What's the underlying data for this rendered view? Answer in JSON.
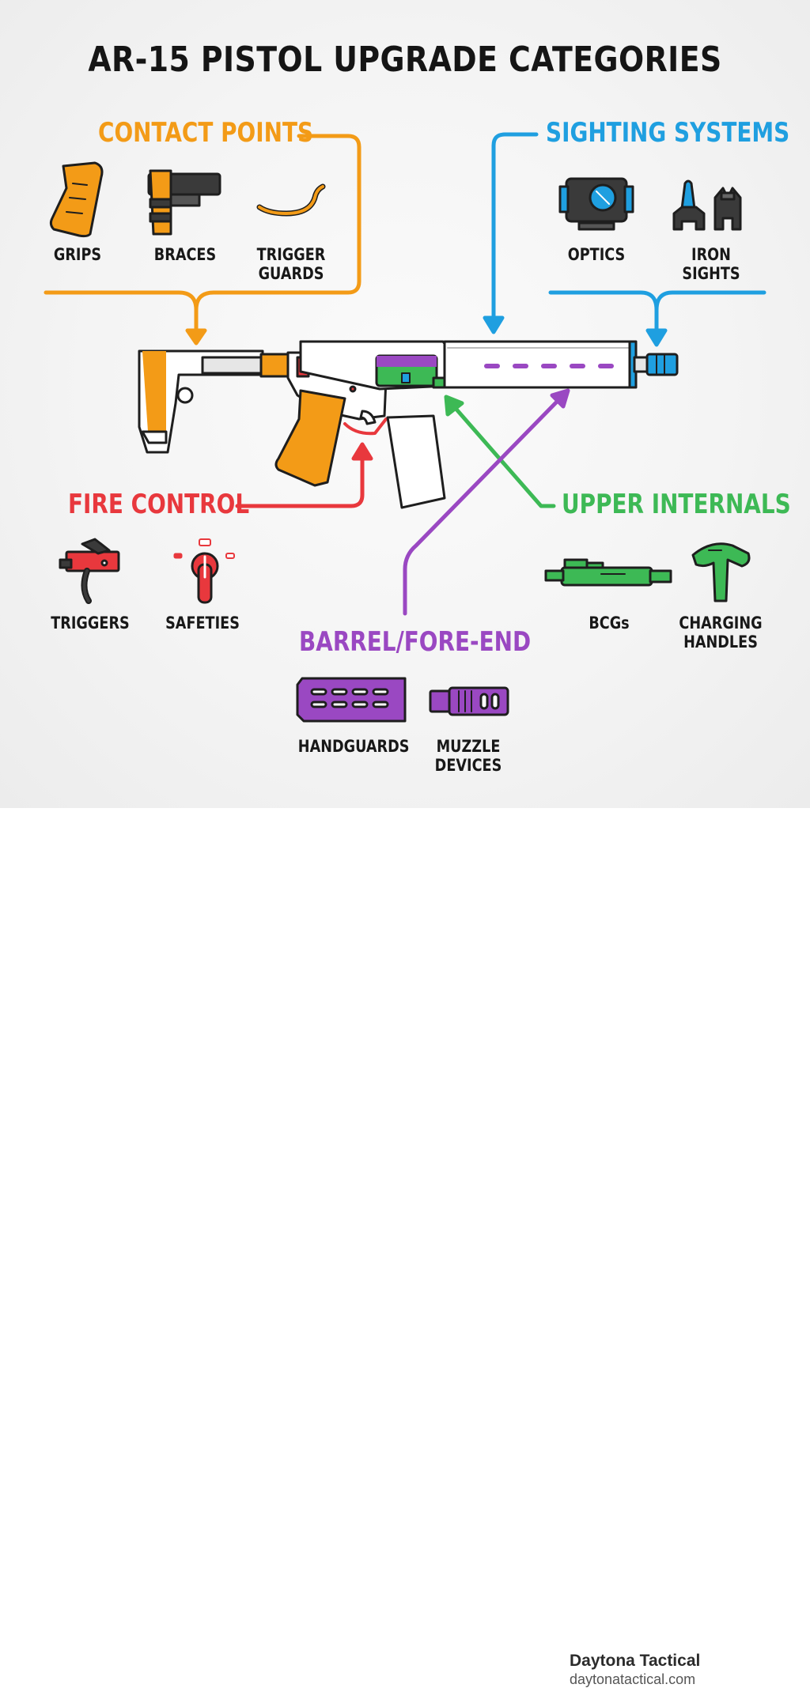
{
  "title": "AR-15 PISTOL UPGRADE CATEGORIES",
  "colors": {
    "contact": "#f39b17",
    "sighting": "#1f9fe0",
    "fire": "#e8383d",
    "upper": "#3db955",
    "barrel": "#9a48c2",
    "outline": "#1e1e1e"
  },
  "categories": {
    "contact_points": {
      "title": "CONTACT POINTS",
      "items": [
        {
          "label": "GRIPS",
          "icon": "grip-icon"
        },
        {
          "label": "BRACES",
          "icon": "brace-icon"
        },
        {
          "label": "TRIGGER\nGUARDS",
          "icon": "trigger-guard-icon"
        }
      ]
    },
    "sighting_systems": {
      "title": "SIGHTING SYSTEMS",
      "items": [
        {
          "label": "OPTICS",
          "icon": "red-dot-optic-icon"
        },
        {
          "label": "IRON SIGHTS",
          "icon": "iron-sights-icon"
        }
      ]
    },
    "fire_control": {
      "title": "FIRE CONTROL",
      "items": [
        {
          "label": "TRIGGERS",
          "icon": "trigger-icon"
        },
        {
          "label": "SAFETIES",
          "icon": "safety-selector-icon"
        }
      ]
    },
    "upper_internals": {
      "title": "UPPER INTERNALS",
      "items": [
        {
          "label": "BCGs",
          "icon": "bolt-carrier-group-icon"
        },
        {
          "label": "CHARGING\nHANDLES",
          "icon": "charging-handle-icon"
        }
      ]
    },
    "barrel_fore_end": {
      "title": "BARREL/FORE-END",
      "items": [
        {
          "label": "HANDGUARDS",
          "icon": "handguard-icon"
        },
        {
          "label": "MUZZLE\nDEVICES",
          "icon": "muzzle-device-icon"
        }
      ]
    }
  },
  "footer": {
    "brand": "Daytona Tactical",
    "site": "daytonatactical.com"
  }
}
